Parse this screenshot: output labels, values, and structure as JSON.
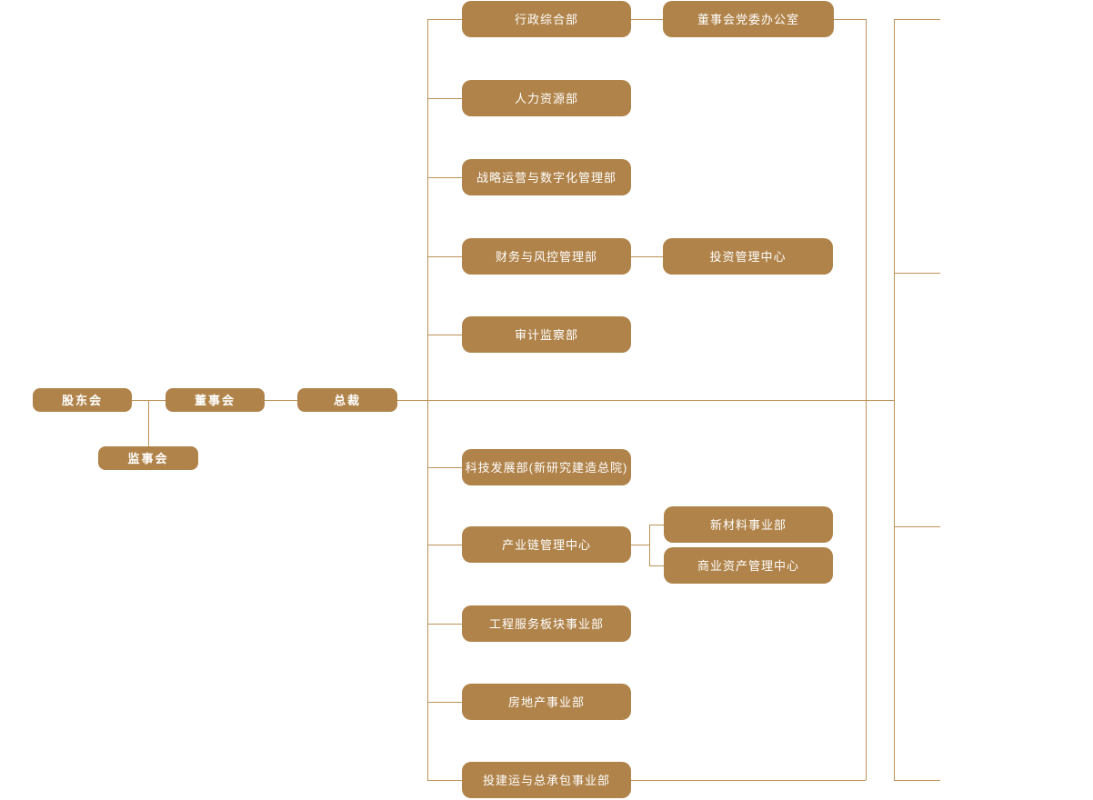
{
  "chart_title": "",
  "colors": {
    "box_fill": "#b0834a",
    "connector_line": "#bb9157",
    "box_text": "#ffffff",
    "background": "#ffffff"
  },
  "governance": {
    "shareholders": "股东会",
    "board": "董事会",
    "president": "总裁",
    "supervisory": "监事会"
  },
  "departments": [
    {
      "label": "行政综合部",
      "children": [
        "董事会党委办公室"
      ]
    },
    {
      "label": "人力资源部",
      "children": []
    },
    {
      "label": "战略运营与数字化管理部",
      "children": []
    },
    {
      "label": "财务与风控管理部",
      "children": [
        "投资管理中心"
      ]
    },
    {
      "label": "审计监察部",
      "children": []
    },
    {
      "label": "科技发展部(新研究建造总院)",
      "children": []
    },
    {
      "label": "产业链管理中心",
      "children": [
        "新材料事业部",
        "商业资产管理中心"
      ]
    },
    {
      "label": "工程服务板块事业部",
      "children": []
    },
    {
      "label": "房地产事业部",
      "children": []
    },
    {
      "label": "投建运与总承包事业部",
      "children": []
    }
  ]
}
